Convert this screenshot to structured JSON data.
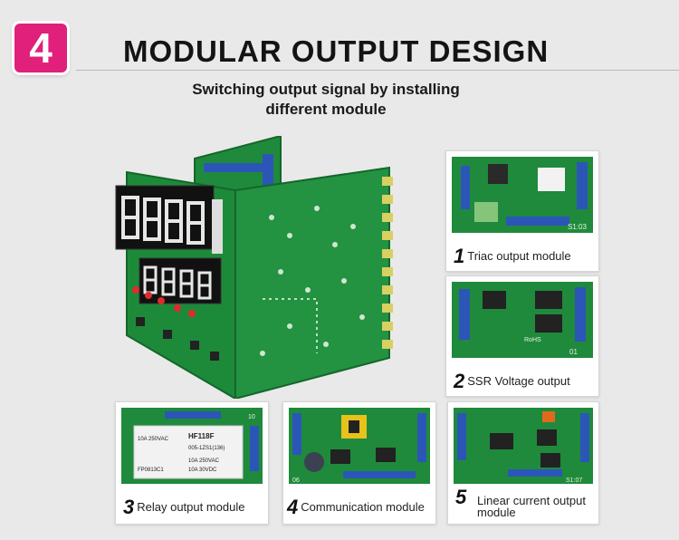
{
  "header": {
    "step_number": "4",
    "title": "MODULAR OUTPUT DESIGN",
    "subtitle_line1": "Switching output signal by installing",
    "subtitle_line2": "different module"
  },
  "modules": [
    {
      "number": "1",
      "label": "Triac output module"
    },
    {
      "number": "2",
      "label": "SSR Voltage output"
    },
    {
      "number": "3",
      "label": "Relay output module"
    },
    {
      "number": "4",
      "label": "Communication module"
    },
    {
      "number": "5",
      "label": "Linear current output module"
    }
  ],
  "board_markings": {
    "triac_code": "S1:03",
    "ssr_code": "01",
    "relay_code": "10",
    "comm_code": "06",
    "linear_code": "S1:07",
    "relay_brand": "HF118F",
    "relay_spec1": "10A 250VAC",
    "relay_spec2": "005-1ZS1(136)",
    "relay_spec3": "10A 250VAC",
    "relay_spec4": "10A 30VDC",
    "relay_batch": "FP0813C1",
    "rohs": "RoHS"
  },
  "colors": {
    "pcb": "#1f8a3c",
    "pcb_dark": "#14672b",
    "terminal_blue": "#2b56b8",
    "gold_pad": "#d9cf62",
    "accent_badge": "#e0207a"
  }
}
